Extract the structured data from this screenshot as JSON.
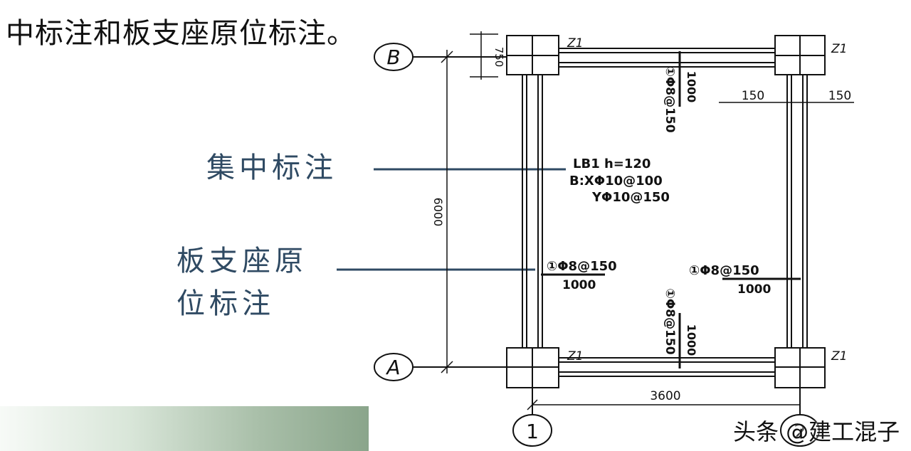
{
  "heading": "中标注和板支座原位标注。",
  "labels": {
    "concentrated": "集中标注",
    "support_line1": "板支座原",
    "support_line2": "位标注"
  },
  "drawing": {
    "axis_b": "B",
    "axis_a": "A",
    "axis_1": "1",
    "axis_2": "2",
    "column": "Z1",
    "dim_750": "750",
    "dim_6000": "6000",
    "dim_3600": "3600",
    "dim_150_left": "150",
    "dim_150_right": "150",
    "note_line1": "LB1 h=120",
    "note_line2": "B:XΦ10@100",
    "note_line3": "YΦ10@150",
    "rebar_left": "①Φ8@150",
    "rebar_right": "①Φ8@150",
    "len_1000": "1000",
    "rebar_vertical": "①Φ8@150"
  },
  "watermark": "头条 @建工混子"
}
